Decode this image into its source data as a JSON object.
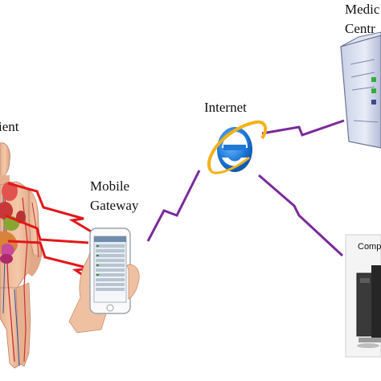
{
  "labels": {
    "patient": "ient",
    "mobile_gateway_line1": "Mobile",
    "mobile_gateway_line2": "Gateway",
    "internet": "Internet",
    "medical_center_line1": "Medic",
    "medical_center_line2": "Centr",
    "computer": "Comp"
  },
  "icons": {
    "internet": "internet-explorer-icon",
    "server": "server-icon",
    "phone": "smartphone-icon",
    "computer": "desktop-computer-icon",
    "body": "human-anatomy-icon"
  },
  "colors": {
    "sensor_link": "#e3171b",
    "network_link": "#7a2a9a",
    "ie_blue": "#1e7ad8",
    "ie_ring": "#f2b21b"
  }
}
